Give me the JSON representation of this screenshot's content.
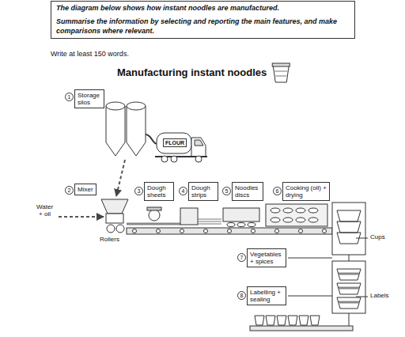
{
  "diagram": {
    "title": "Manufacturing instant noodles",
    "nodes": [
      {
        "text": [
          "The diagram below shows how instant noodles are manufactured.",
          "Summarise the information by selecting and reporting the main features, and make comparisons where relevant."
        ]
      },
      {
        "text": [
          "Storage silos"
        ]
      },
      {
        "text": [
          "Mixer"
        ]
      },
      {
        "text": [
          "Dough sheets"
        ]
      },
      {
        "text": [
          "Dough strips"
        ]
      },
      {
        "text": [
          "Noodles discs"
        ]
      },
      {
        "text": [
          "Cooking (oil) + drying"
        ]
      },
      {
        "text": [
          "Vegetables + spices"
        ]
      },
      {
        "text": [
          "Labelling + sealing"
        ]
      }
    ],
    "labels": [
      "Write at least 150 words.",
      "1",
      "FLOUR",
      "2",
      "Water + oil",
      "Rollers",
      "3",
      "4",
      "5",
      "6",
      "Cups",
      "7",
      "8",
      "Labels"
    ]
  }
}
